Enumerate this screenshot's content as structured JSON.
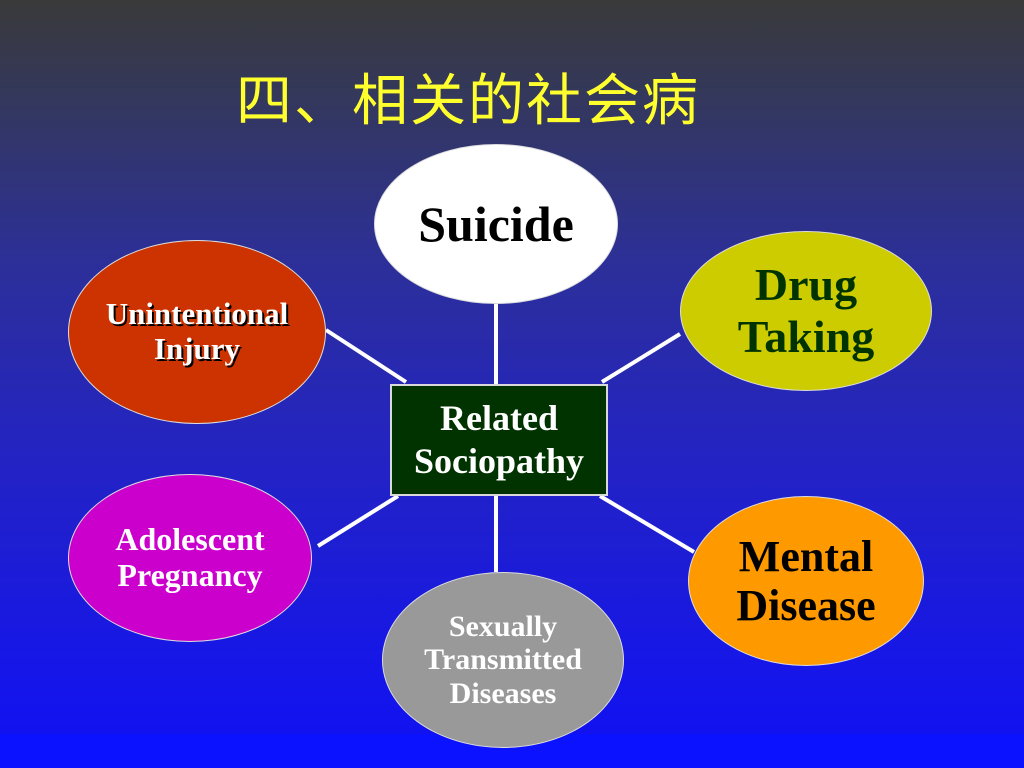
{
  "title": "四、相关的社会病",
  "center": {
    "label": "Related\nSociopathy"
  },
  "nodes": {
    "suicide": {
      "label": "Suicide"
    },
    "drug_taking": {
      "label": "Drug\nTaking"
    },
    "unintentional_injury": {
      "label": "Unintentional\nInjury"
    },
    "adolescent_pregnancy": {
      "label": "Adolescent\nPregnancy"
    },
    "std": {
      "label": "Sexually\nTransmitted\nDiseases"
    },
    "mental_disease": {
      "label": "Mental\nDisease"
    }
  },
  "colors": {
    "title": "#ffff2e",
    "center_box": "#003300",
    "suicide": "#ffffff",
    "drug_taking": "#cccc00",
    "unintentional_injury": "#cc3300",
    "adolescent_pregnancy": "#cc00cc",
    "std": "#999999",
    "mental_disease": "#ff9900",
    "connector": "#ffffff"
  }
}
